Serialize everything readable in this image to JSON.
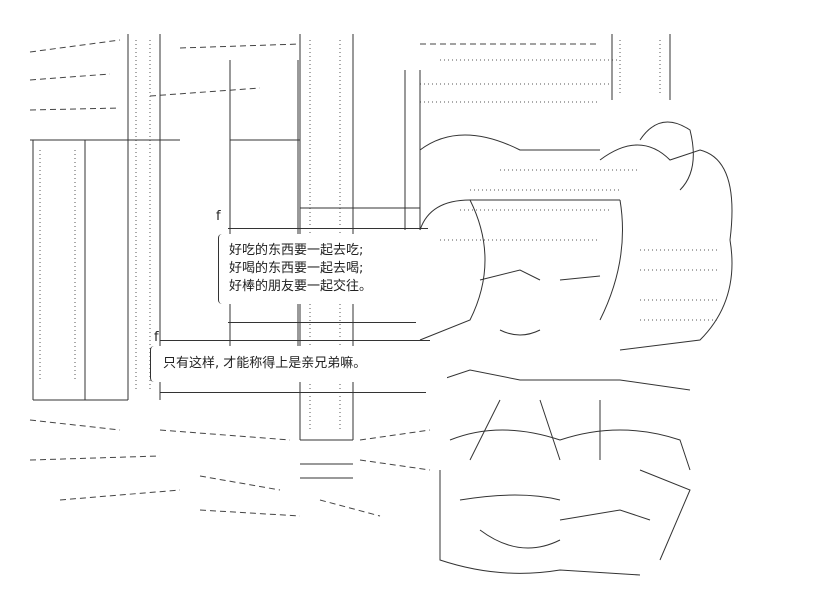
{
  "bubble_top": {
    "lines": [
      "好吃的东西要一起去吃;",
      "好喝的东西要一起去喝;",
      "好棒的朋友要一起交往。"
    ]
  },
  "bubble_bottom": {
    "line": "只有这样, 才能称得上是亲兄弟嘛。"
  },
  "colors": {
    "ink": "#333333",
    "background": "#ffffff"
  }
}
